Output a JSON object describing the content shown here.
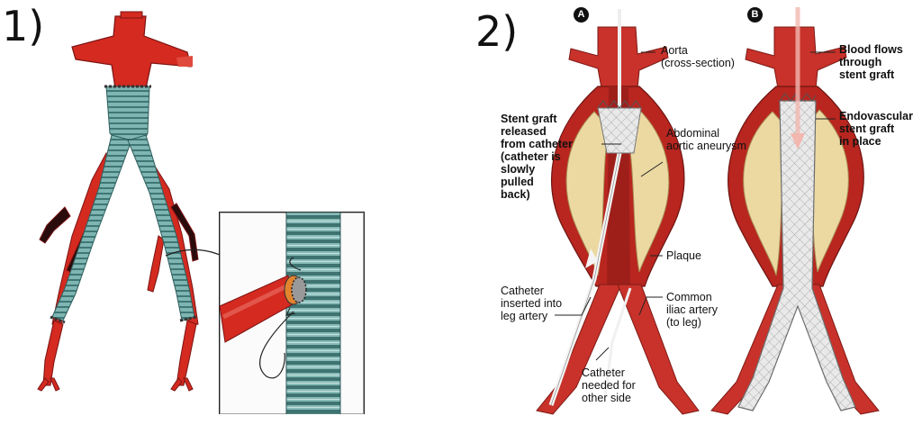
{
  "panel1": {
    "number": "1)"
  },
  "panel2": {
    "number": "2)",
    "view_a": {
      "badge": "A",
      "labels": {
        "aorta": "Aorta\n(cross-section)",
        "stent_released": "Stent graft\nreleased\nfrom catheter\n(catheter is\nslowly\npulled\nback)",
        "aneurysm": "Abdominal\naortic aneurysm",
        "plaque": "Plaque",
        "catheter_leg": "Catheter\ninserted into\nleg artery",
        "common_iliac": "Common\niliac artery\n(to leg)",
        "catheter_other": "Catheter\nneeded for\nother side"
      }
    },
    "view_b": {
      "badge": "B",
      "labels": {
        "blood_flows": "Blood flows\nthrough\nstent graft",
        "stent_in_place": "Endovascular\nstent graft\nin place"
      }
    }
  },
  "colors": {
    "artery": "#d42a20",
    "artery_dark": "#8e1a18",
    "graft": "#6fa8a6",
    "graft_dark": "#3f7775",
    "plaque": "#ecd9a2",
    "stent": "#e6e6e6"
  }
}
